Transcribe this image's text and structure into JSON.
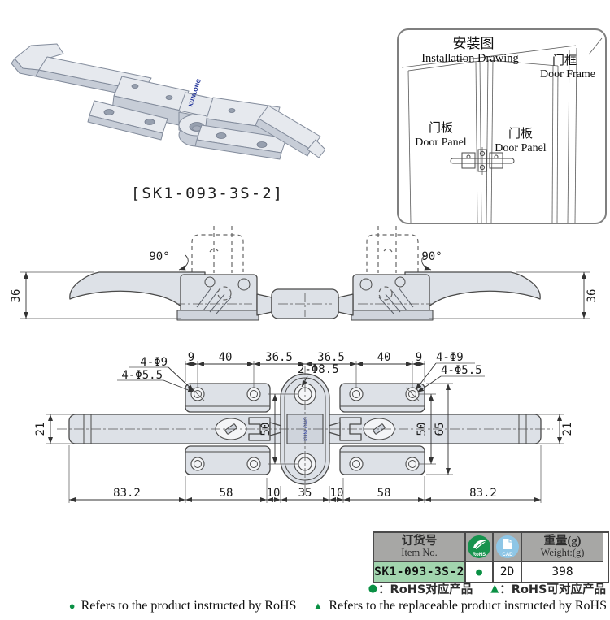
{
  "colors": {
    "accent_green": "#0a9044",
    "badge_rohs_green": "#17934e",
    "badge_cad_blue": "#8ec6e6",
    "table_header_gray": "#a7a7a5",
    "item_cell_green": "#a2d5ae",
    "drawing_fill_gray": "#dde1e7",
    "logo_blue": "#2b3c9e"
  },
  "product_view": {
    "label": "[SK1-093-3S-2]",
    "logo_text": "KUNLONG"
  },
  "installation": {
    "title_cn": "安装图",
    "title_en": "Installation Drawing",
    "door_frame_cn": "门框",
    "door_frame_en": "Door Frame",
    "door_panel_left_cn": "门板",
    "door_panel_left_en": "Door Panel",
    "door_panel_right_cn": "门板",
    "door_panel_right_en": "Door Panel"
  },
  "side_view": {
    "angle_left": "90°",
    "angle_right": "90°",
    "dim_height_left": "36",
    "dim_height_right": "36"
  },
  "top_view": {
    "dims_top": [
      "9",
      "40",
      "36.5",
      "36.5",
      "40",
      "9"
    ],
    "dims_bottom": [
      "83.2",
      "58",
      "10",
      "35",
      "10",
      "58",
      "83.2"
    ],
    "label_holes_left_outer": "4-Φ9",
    "label_holes_left_inner": "4-Φ5.5",
    "label_holes_right_outer": "4-Φ9",
    "label_holes_right_inner": "4-Φ5.5",
    "label_holes_center": "2-Φ8.5",
    "dim_bar_left": "21",
    "dim_bar_right": "21",
    "dim_center_span": "50",
    "dim_right_span": "50",
    "dim_plate_height": "65"
  },
  "spec_table": {
    "header": {
      "item_no_cn": "订货号",
      "item_no_en": "Item No.",
      "rohs_badge_label": "RoHS",
      "cad_badge_label": "CAD",
      "weight_cn": "重量(g)",
      "weight_en": "Weight:(g)"
    },
    "row": {
      "item_no": "SK1-093-3S-2",
      "rohs_mark": "●",
      "cad": "2D",
      "weight": "398"
    }
  },
  "legend": {
    "cn": {
      "dot_glyph": "●",
      "dot_text": "：RoHS对应产品",
      "triangle_glyph": "▲",
      "triangle_text": "：RoHS可对应产品"
    },
    "en": {
      "dot_glyph": "●",
      "dot_text": "Refers to the product instructed by RoHS",
      "triangle_glyph": "▲",
      "triangle_text": "Refers to the replaceable product instructed by RoHS"
    }
  }
}
